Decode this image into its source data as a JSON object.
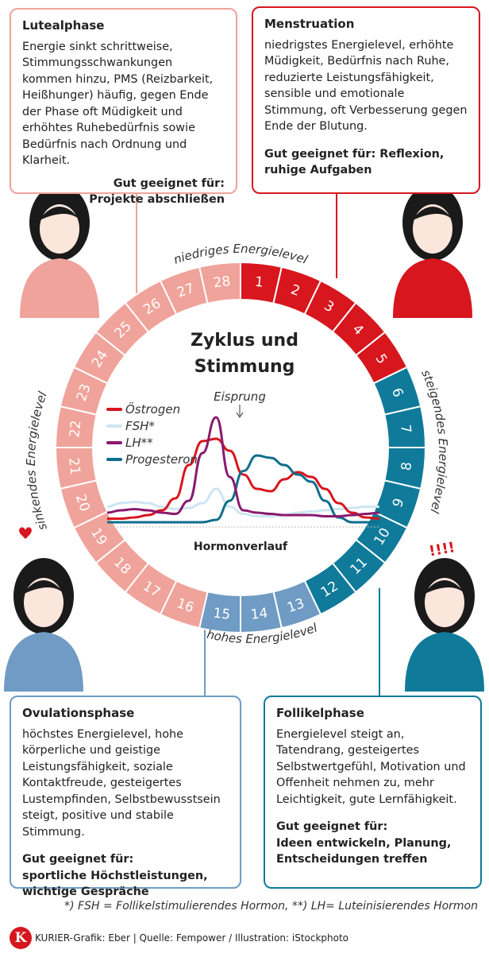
{
  "boxes": {
    "luteal": {
      "title": "Lutealphase",
      "text": "Energie sinkt schrittweise, Stimmungsschwankungen kommen hinzu, PMS (Reizbarkeit, Heißhunger) häufig, gegen Ende der Phase oft Müdigkeit und erhöhtes Ruhebedürfnis sowie Bedürfnis nach Ordnung und Klarheit.",
      "gut1": "Gut geeignet für:",
      "gut2": "Projekte abschließen",
      "color": "#f0a39a"
    },
    "menstruation": {
      "title": "Menstruation",
      "text": "niedrigstes Energielevel, erhöhte Müdigkeit, Bedürfnis nach Ruhe, reduzierte Leistungsfähigkeit, sensible und emotionale Stimmung, oft Verbesserung gegen Ende der Blutung.",
      "gut1": "Gut geeignet für: Reflexion,",
      "gut2": "ruhige Aufgaben",
      "color": "#d7161e"
    },
    "ovulation": {
      "title": "Ovulationsphase",
      "text": "höchstes Energielevel, hohe körperliche und geistige Leistungsfähigkeit, soziale Kontaktfreude, gesteigertes Lustempfinden, Selbstbewusstsein steigt, positive und stabile Stimmung.",
      "gut1": "Gut geeignet für:",
      "gut2": "sportliche Höchstleistungen, wichtige Gespräche",
      "color": "#6f9bc4"
    },
    "follikel": {
      "title": "Follikelphase",
      "text": "Energielevel steigt an, Tatendrang, gesteigertes Selbstwertgefühl, Motivation und Offenheit nehmen zu, mehr Leichtigkeit, gute Lernfähigkeit.",
      "gut1": "Gut geeignet für:",
      "gut2": "Ideen entwickeln, Planung, Entscheidungen treffen",
      "color": "#0f7a99"
    }
  },
  "ring": {
    "title_line1": "Zyklus und",
    "title_line2": "Stimmung",
    "days": [
      "1",
      "2",
      "3",
      "4",
      "5",
      "6",
      "7",
      "8",
      "9",
      "10",
      "11",
      "12",
      "13",
      "14",
      "15",
      "16",
      "17",
      "18",
      "19",
      "20",
      "21",
      "22",
      "23",
      "24",
      "25",
      "26",
      "27",
      "28"
    ],
    "phase_colors": {
      "menstruation": "#d7161e",
      "follikel": "#0f7a99",
      "ovulation": "#6f9bc4",
      "luteal": "#efa39a"
    },
    "arc_labels": {
      "top": "niedriges Energielevel",
      "right": "steigendes Energielevel",
      "bottom": "hohes Energielevel",
      "left": "sinkendes Energielevel"
    }
  },
  "chart_data": {
    "type": "line",
    "title": "Hormonverlauf",
    "annotation": "Eisprung",
    "grid": false,
    "legend_position": "top-left",
    "x": [
      0,
      1,
      2,
      3,
      4,
      5,
      6,
      7,
      8,
      9,
      10,
      11,
      12,
      13,
      14,
      15,
      16,
      17,
      18,
      19,
      20
    ],
    "series": [
      {
        "name": "Östrogen",
        "color": "#d7161e",
        "values": [
          5,
          5,
          6,
          8,
          12,
          22,
          50,
          70,
          72,
          62,
          42,
          30,
          28,
          38,
          44,
          40,
          30,
          18,
          10,
          6,
          5
        ]
      },
      {
        "name": "FSH*",
        "color": "#cde6f2",
        "values": [
          15,
          18,
          19,
          18,
          15,
          13,
          14,
          18,
          30,
          15,
          9,
          7,
          7,
          8,
          10,
          11,
          12,
          13,
          14,
          15,
          15
        ]
      },
      {
        "name": "LH**",
        "color": "#8a1a6e",
        "values": [
          10,
          12,
          13,
          12,
          10,
          9,
          20,
          60,
          90,
          40,
          12,
          10,
          9,
          8,
          8,
          8,
          7,
          7,
          8,
          9,
          10
        ]
      },
      {
        "name": "Progesteron",
        "color": "#0f6e8c",
        "values": [
          2,
          2,
          2,
          2,
          2,
          2,
          2,
          2,
          4,
          20,
          45,
          58,
          56,
          50,
          42,
          36,
          20,
          6,
          2,
          2,
          2
        ]
      }
    ]
  },
  "footnote": "*) FSH = Follikelstimulierendes Hormon, **) LH= Luteinisierendes Hormon",
  "credit": "KURIER-Grafik: Eber | Quelle: Fempower / Illustration: iStockphoto",
  "logo": "K",
  "exclaim": "!!!!"
}
